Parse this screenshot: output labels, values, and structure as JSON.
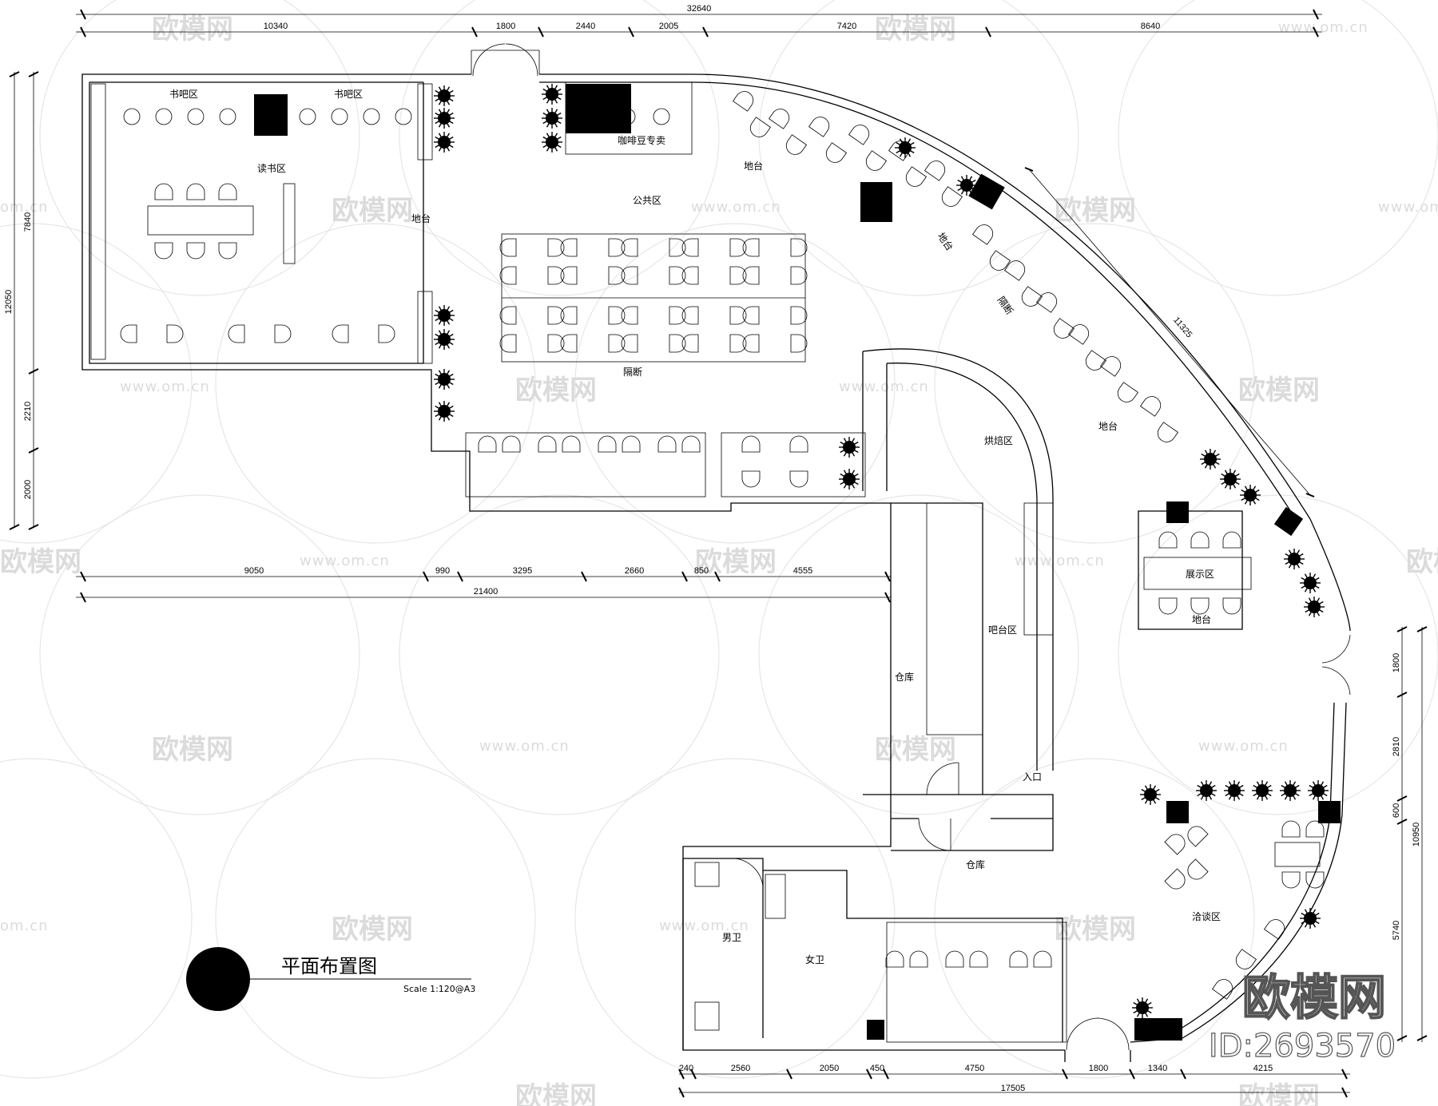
{
  "title": "平面布置图",
  "scale": "Scale 1:120@A3",
  "brand": {
    "name": "欧模网",
    "id": "ID:2693570"
  },
  "watermark": {
    "text": "欧模网",
    "url": "www.om.cn",
    "tail": "om.cn",
    "fragment": "欧模网"
  },
  "rooms": {
    "book_bar_1": "书吧区",
    "book_bar_2": "书吧区",
    "reading": "读书区",
    "platform_1": "地台",
    "public": "公共区",
    "partition_1": "隔断",
    "coffee": "咖啡豆专卖",
    "platform_2": "地台",
    "platform_3": "地台",
    "partition_2": "隔断",
    "platform_4": "地台",
    "baking": "烘焙区",
    "bar": "吧台区",
    "storage_1": "仓库",
    "entrance": "入口",
    "storage_2": "仓库",
    "male_wc": "男卫",
    "female_wc": "女卫",
    "display": "展示区",
    "platform_5": "地台",
    "negotiation": "洽谈区"
  },
  "dimensions": {
    "top_total": "32640",
    "top_1": "10340",
    "top_2": "1800",
    "top_3": "2440",
    "top_4": "2005",
    "top_5": "7420",
    "top_6": "8640",
    "left_total": "12050",
    "left_1": "7840",
    "left_2": "2210",
    "left_3": "2000",
    "mid_1": "9050",
    "mid_2": "990",
    "mid_3": "3295",
    "mid_4": "2660",
    "mid_5": "850",
    "mid_6": "4555",
    "mid_total": "21400",
    "diagonal": "11325",
    "right_total": "10950",
    "right_1": "1800",
    "right_2": "2810",
    "right_3": "600",
    "right_4": "5740",
    "bottom_1": "240",
    "bottom_2": "2560",
    "bottom_3": "2050",
    "bottom_4": "450",
    "bottom_5": "4750",
    "bottom_6": "1800",
    "bottom_7": "1340",
    "bottom_8": "4215",
    "bottom_total": "17505"
  }
}
